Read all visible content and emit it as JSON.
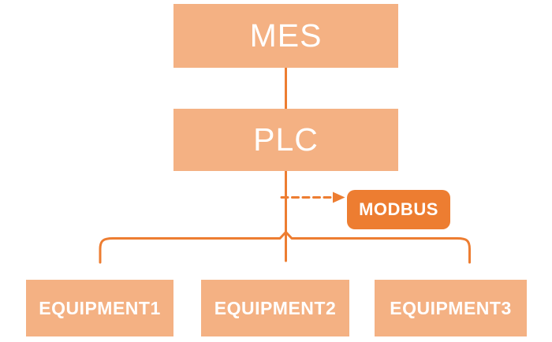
{
  "diagram": {
    "nodes": [
      {
        "id": "mes",
        "label": "MES"
      },
      {
        "id": "plc",
        "label": "PLC"
      },
      {
        "id": "modbus",
        "label": "MODBUS"
      },
      {
        "id": "equipment1",
        "label": "EQUIPMENT1"
      },
      {
        "id": "equipment2",
        "label": "EQUIPMENT2"
      },
      {
        "id": "equipment3",
        "label": "EQUIPMENT3"
      }
    ],
    "edges": [
      {
        "from": "MES",
        "to": "PLC",
        "style": "solid-line"
      },
      {
        "from": "PLC",
        "to": "MODBUS",
        "style": "dashed-arrow"
      },
      {
        "from": "PLC",
        "to": "EQUIPMENT1",
        "style": "solid-branch"
      },
      {
        "from": "PLC",
        "to": "EQUIPMENT2",
        "style": "solid-branch"
      },
      {
        "from": "PLC",
        "to": "EQUIPMENT3",
        "style": "solid-branch"
      }
    ]
  },
  "colors": {
    "node_fill": "#F4B183",
    "accent": "#ED7D31",
    "node_text": "#FFFFFF",
    "background": "#FFFFFF"
  }
}
